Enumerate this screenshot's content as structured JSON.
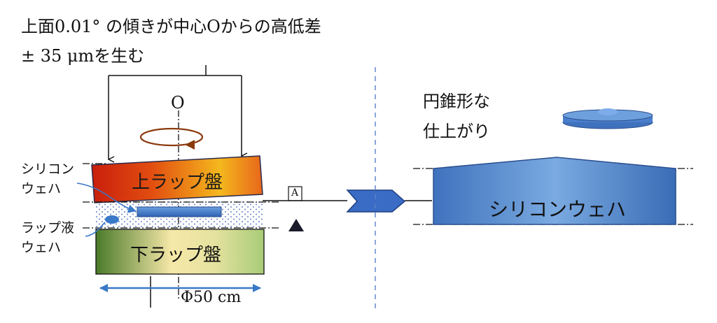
{
  "header": {
    "line1": "上面0.01° の傾きが中心Oからの高低差",
    "line2": "± 35 μmを生む"
  },
  "labels": {
    "center": "O",
    "upper_plate": "上ラップ盤",
    "lower_plate": "下ラップ盤",
    "wafer_left_1": "シリコン",
    "wafer_left_2": "ウェハ",
    "slurry_1": "ラップ液",
    "slurry_2": "ウェハ",
    "marker": "A",
    "diameter": "Φ50 cm",
    "result_1": "円錐形な",
    "result_2": "仕上がり",
    "wafer_right": "シリコンウェハ"
  },
  "colors": {
    "wafer_blue": "#3d78c8",
    "arrow_blue": "#3a6cc6",
    "rotation_arrow": "#8b3a0e",
    "upper_plate_red": "#d82a0e",
    "upper_plate_yellow": "#f7c620",
    "lower_plate_green": "#4a7a2a",
    "lower_plate_cream": "#f4e4a0",
    "dots": "#6a88c8",
    "divider": "#5a80c8"
  }
}
